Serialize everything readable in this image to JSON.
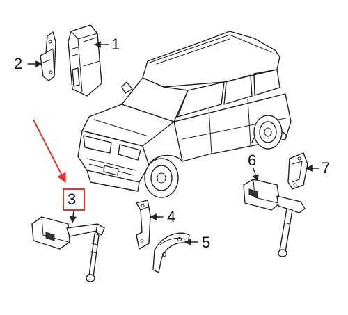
{
  "callouts": {
    "c1": "1",
    "c2": "2",
    "c3": "3",
    "c4": "4",
    "c5": "5",
    "c6": "6",
    "c7": "7"
  },
  "colors": {
    "highlight": "#e8302a",
    "ink": "#222222"
  }
}
